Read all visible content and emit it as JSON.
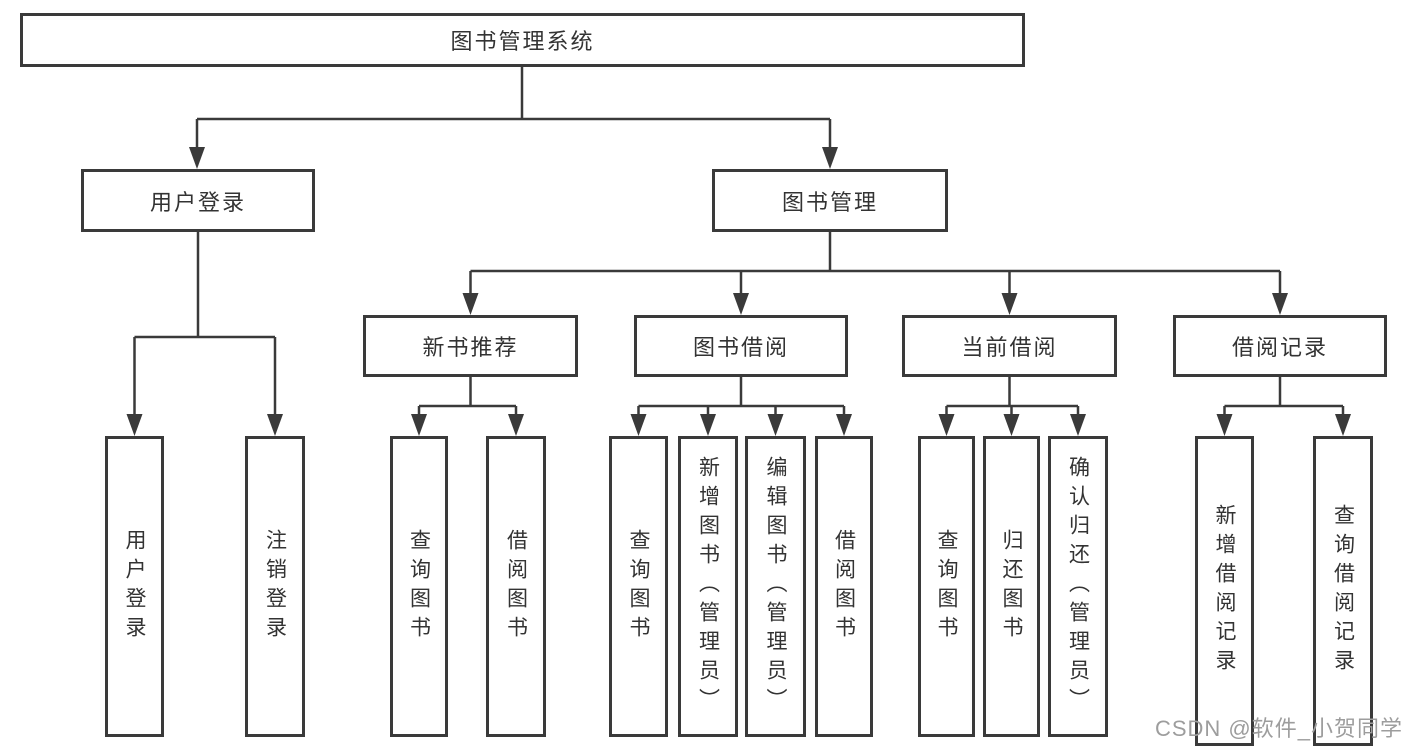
{
  "colors": {
    "line": "#3a3a3a",
    "box_border": "#3a3a3a",
    "text": "#333333",
    "watermark": "#9d9d9d",
    "background": "#ffffff"
  },
  "watermark": {
    "text": "CSDN @软件_小贺同学"
  },
  "tree": {
    "root": {
      "label": "图书管理系统"
    },
    "branches": [
      {
        "label": "用户登录",
        "children": [
          {
            "label": "用户登录"
          },
          {
            "label": "注销登录"
          }
        ]
      },
      {
        "label": "图书管理",
        "groups": [
          {
            "label": "新书推荐",
            "children": [
              {
                "label": "查询图书"
              },
              {
                "label": "借阅图书"
              }
            ]
          },
          {
            "label": "图书借阅",
            "children": [
              {
                "label": "查询图书"
              },
              {
                "label": "新增图书（管理员）"
              },
              {
                "label": "编辑图书（管理员）"
              },
              {
                "label": "借阅图书"
              }
            ]
          },
          {
            "label": "当前借阅",
            "children": [
              {
                "label": "查询图书"
              },
              {
                "label": "归还图书"
              },
              {
                "label": "确认归还（管理员）"
              }
            ]
          },
          {
            "label": "借阅记录",
            "children": [
              {
                "label": "新增借阅记录"
              },
              {
                "label": "查询借阅记录"
              }
            ]
          }
        ]
      }
    ]
  }
}
